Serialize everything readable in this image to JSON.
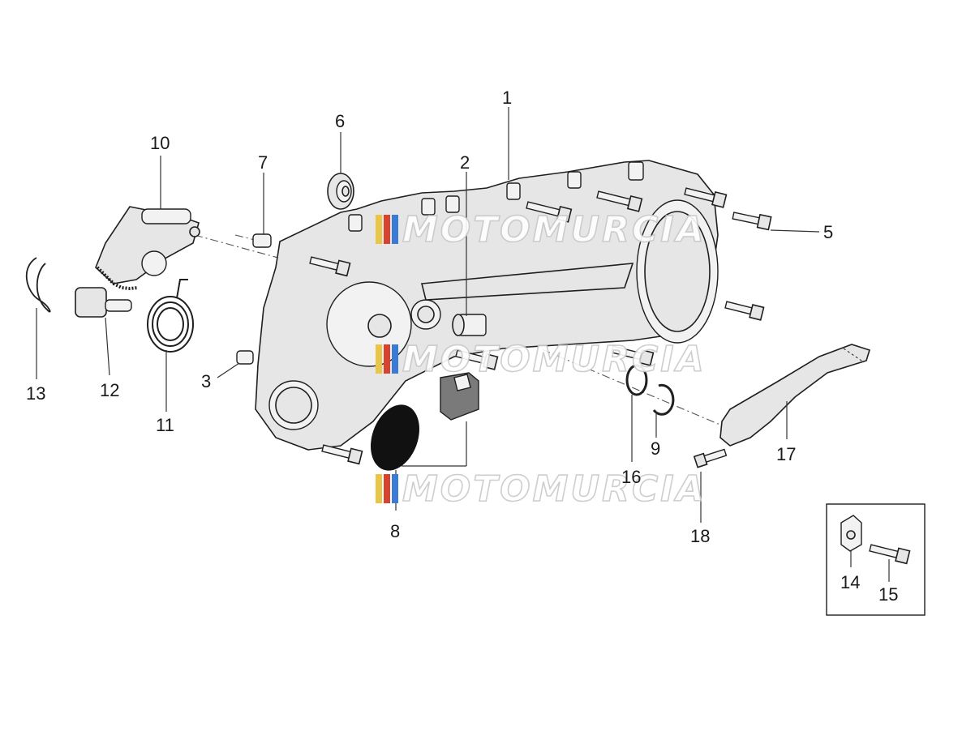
{
  "callouts": {
    "c1": "1",
    "c2": "2",
    "c3": "3",
    "c5": "5",
    "c6": "6",
    "c7": "7",
    "c8": "8",
    "c9": "9",
    "c10": "10",
    "c11": "11",
    "c12": "12",
    "c13": "13",
    "c14": "14",
    "c15": "15",
    "c16": "16",
    "c17": "17",
    "c18": "18"
  },
  "watermark": {
    "text": "MOTOMURCIA",
    "colors": [
      "#e8c64a",
      "#d8432f",
      "#3a7bd5"
    ]
  },
  "colors": {
    "line": "#1f1f1f",
    "fill": "#e6e6e6",
    "seal": "#111111"
  }
}
